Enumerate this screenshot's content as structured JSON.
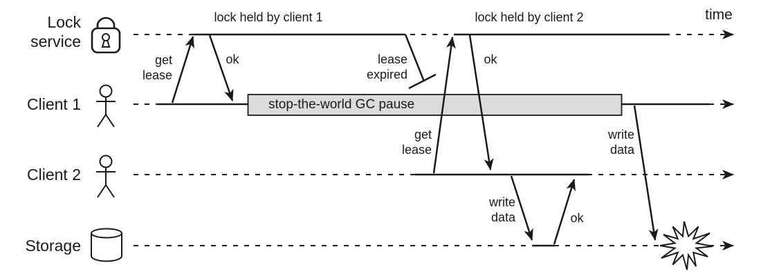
{
  "palette": {
    "line": "#1a1a1a",
    "gc_box_fill": "#dcdcdc",
    "background": "#ffffff"
  },
  "axis": {
    "time_label": "time"
  },
  "lanes": {
    "lock_service": {
      "line1": "Lock",
      "line2": "service",
      "icon": "padlock-icon"
    },
    "client1": {
      "label": "Client 1",
      "icon": "person-icon"
    },
    "client2": {
      "label": "Client 2",
      "icon": "person-icon"
    },
    "storage": {
      "label": "Storage",
      "icon": "database-cylinder-icon"
    }
  },
  "spans": {
    "lock_held_1": "lock held by client 1",
    "lock_held_2": "lock held by client 2",
    "gc_pause": "stop-the-world GC pause"
  },
  "messages": {
    "client1_get_lease": {
      "line1": "get",
      "line2": "lease"
    },
    "client1_ok": "ok",
    "lease_expired": {
      "line1": "lease",
      "line2": "expired"
    },
    "client2_get_lease": {
      "line1": "get",
      "line2": "lease"
    },
    "client2_ok": "ok",
    "client2_write_data": {
      "line1": "write",
      "line2": "data"
    },
    "storage_ok": "ok",
    "client1_write_data": {
      "line1": "write",
      "line2": "data"
    }
  },
  "icons": {
    "lock_service": "padlock-icon",
    "client": "person-icon",
    "storage": "database-cylinder-icon",
    "crash": "starburst-crash-icon",
    "lease_lost": "lease-expired-cross-icon",
    "timeline_end": "arrowhead-icon"
  }
}
